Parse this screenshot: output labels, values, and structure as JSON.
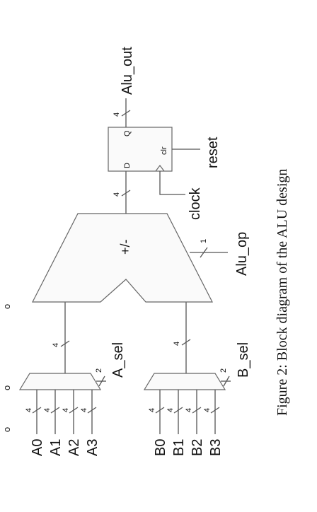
{
  "figure": {
    "caption": "Figure 2: Block diagram of the ALU design"
  },
  "mux_a": {
    "inputs": [
      "A0",
      "A1",
      "A2",
      "A3"
    ],
    "input_width": "4",
    "select_label": "A_sel",
    "select_width": "2",
    "output_width": "4"
  },
  "mux_b": {
    "inputs": [
      "B0",
      "B1",
      "B2",
      "B3"
    ],
    "input_width": "4",
    "select_label": "B_sel",
    "select_width": "2",
    "output_width": "4"
  },
  "alu": {
    "symbol": "+/-",
    "op_label": "Alu_op",
    "op_width": "1",
    "output_width": "4"
  },
  "register": {
    "d_pin": "D",
    "q_pin": "Q",
    "clr_pin": "clr",
    "clock_label": "clock",
    "reset_label": "reset",
    "output_label": "Alu_out",
    "output_width": "4"
  },
  "page_marks": [
    "o",
    "o",
    "o"
  ]
}
